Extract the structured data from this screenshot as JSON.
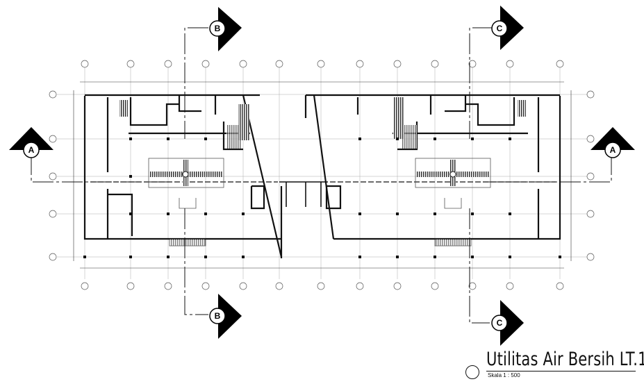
{
  "drawing": {
    "title": "Utilitas Air Bersih LT.1",
    "scale": "Skala 1 : 500"
  },
  "section_markers": {
    "a_left": "A",
    "a_right": "A",
    "b_top": "B",
    "b_bottom": "B",
    "c_top": "C",
    "c_bottom": "C"
  },
  "colors": {
    "line": "#111111",
    "grid": "#999999",
    "marker": "#000000"
  }
}
